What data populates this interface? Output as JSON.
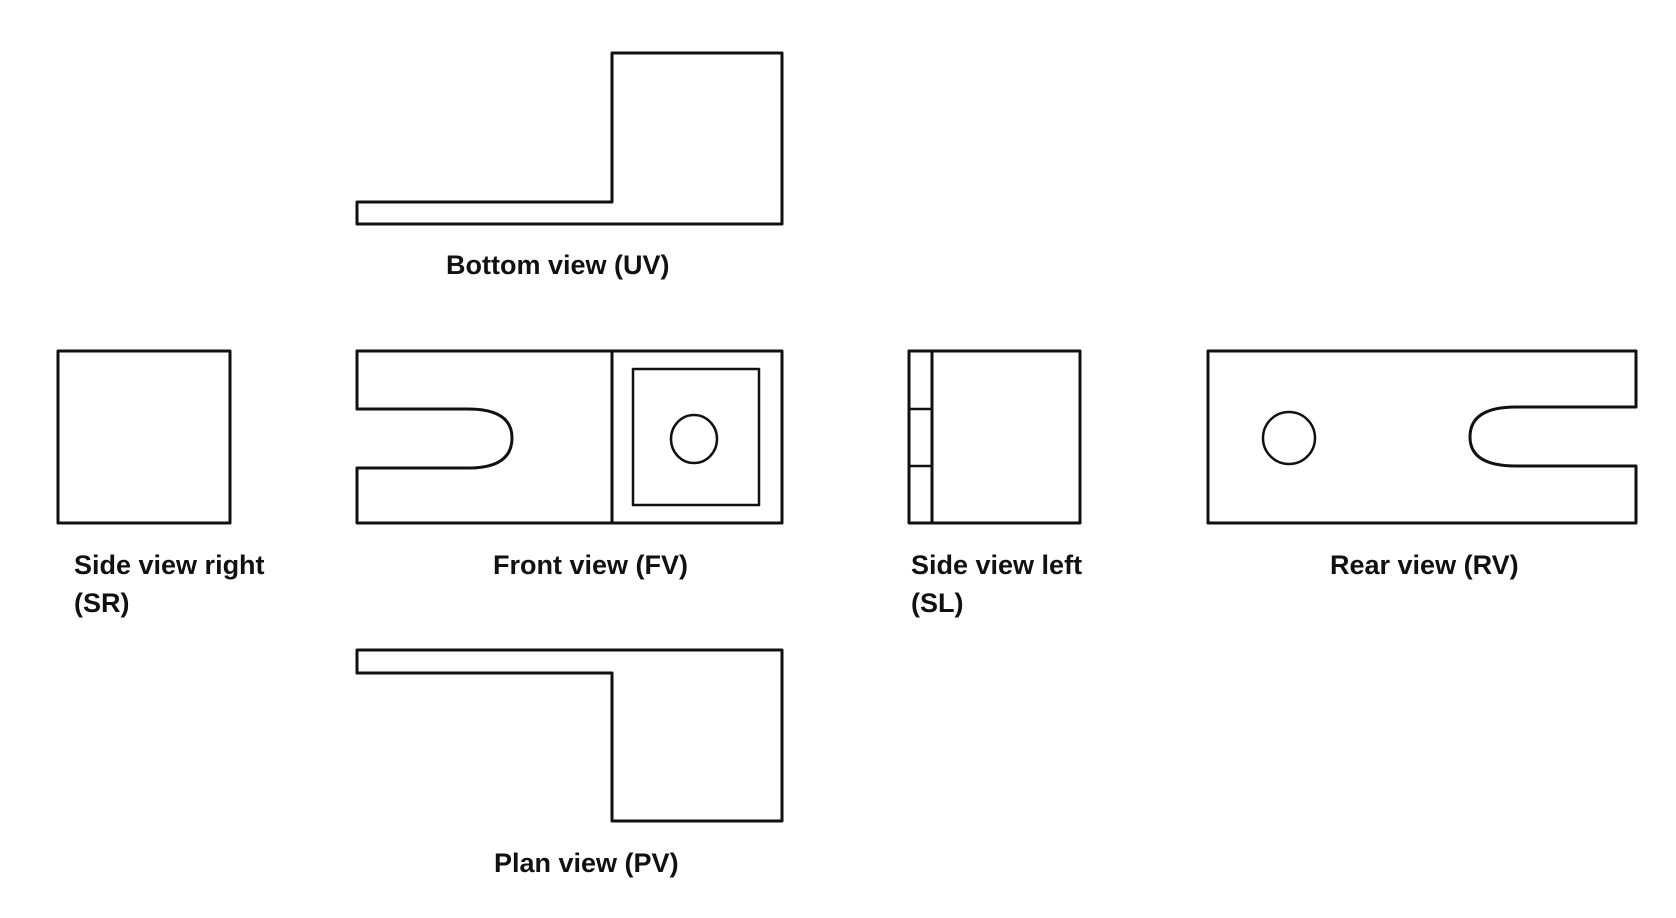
{
  "views": {
    "bottom": {
      "label": "Bottom view (UV)"
    },
    "front": {
      "label": "Front view (FV)"
    },
    "side_right": {
      "line1": "Side view right",
      "line2": "(SR)"
    },
    "side_left": {
      "line1": "Side view left",
      "line2": "(SL)"
    },
    "rear": {
      "label": "Rear view (RV)"
    },
    "plan": {
      "label": "Plan view (PV)"
    }
  },
  "colors": {
    "line": "#111111",
    "background": "#ffffff"
  }
}
